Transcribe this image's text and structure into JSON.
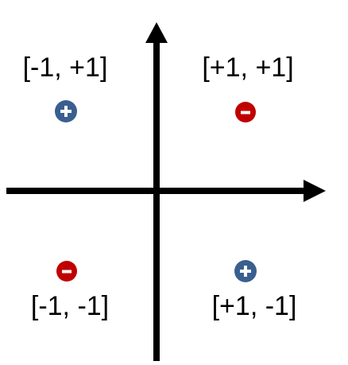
{
  "quadrants": {
    "top_left": {
      "label": "[-1, +1]",
      "sign": "+"
    },
    "top_right": {
      "label": "[+1, +1]",
      "sign": "−"
    },
    "bottom_left": {
      "label": "[-1, -1]",
      "sign": "−"
    },
    "bottom_right": {
      "label": "[+1, -1]",
      "sign": "+"
    }
  },
  "colors": {
    "positive": "#3a5f8f",
    "negative": "#c00000",
    "axis": "#000000"
  },
  "icons": {
    "positive": "plus-circle-icon",
    "negative": "minus-circle-icon",
    "axis_tip": "arrow-head-icon"
  }
}
